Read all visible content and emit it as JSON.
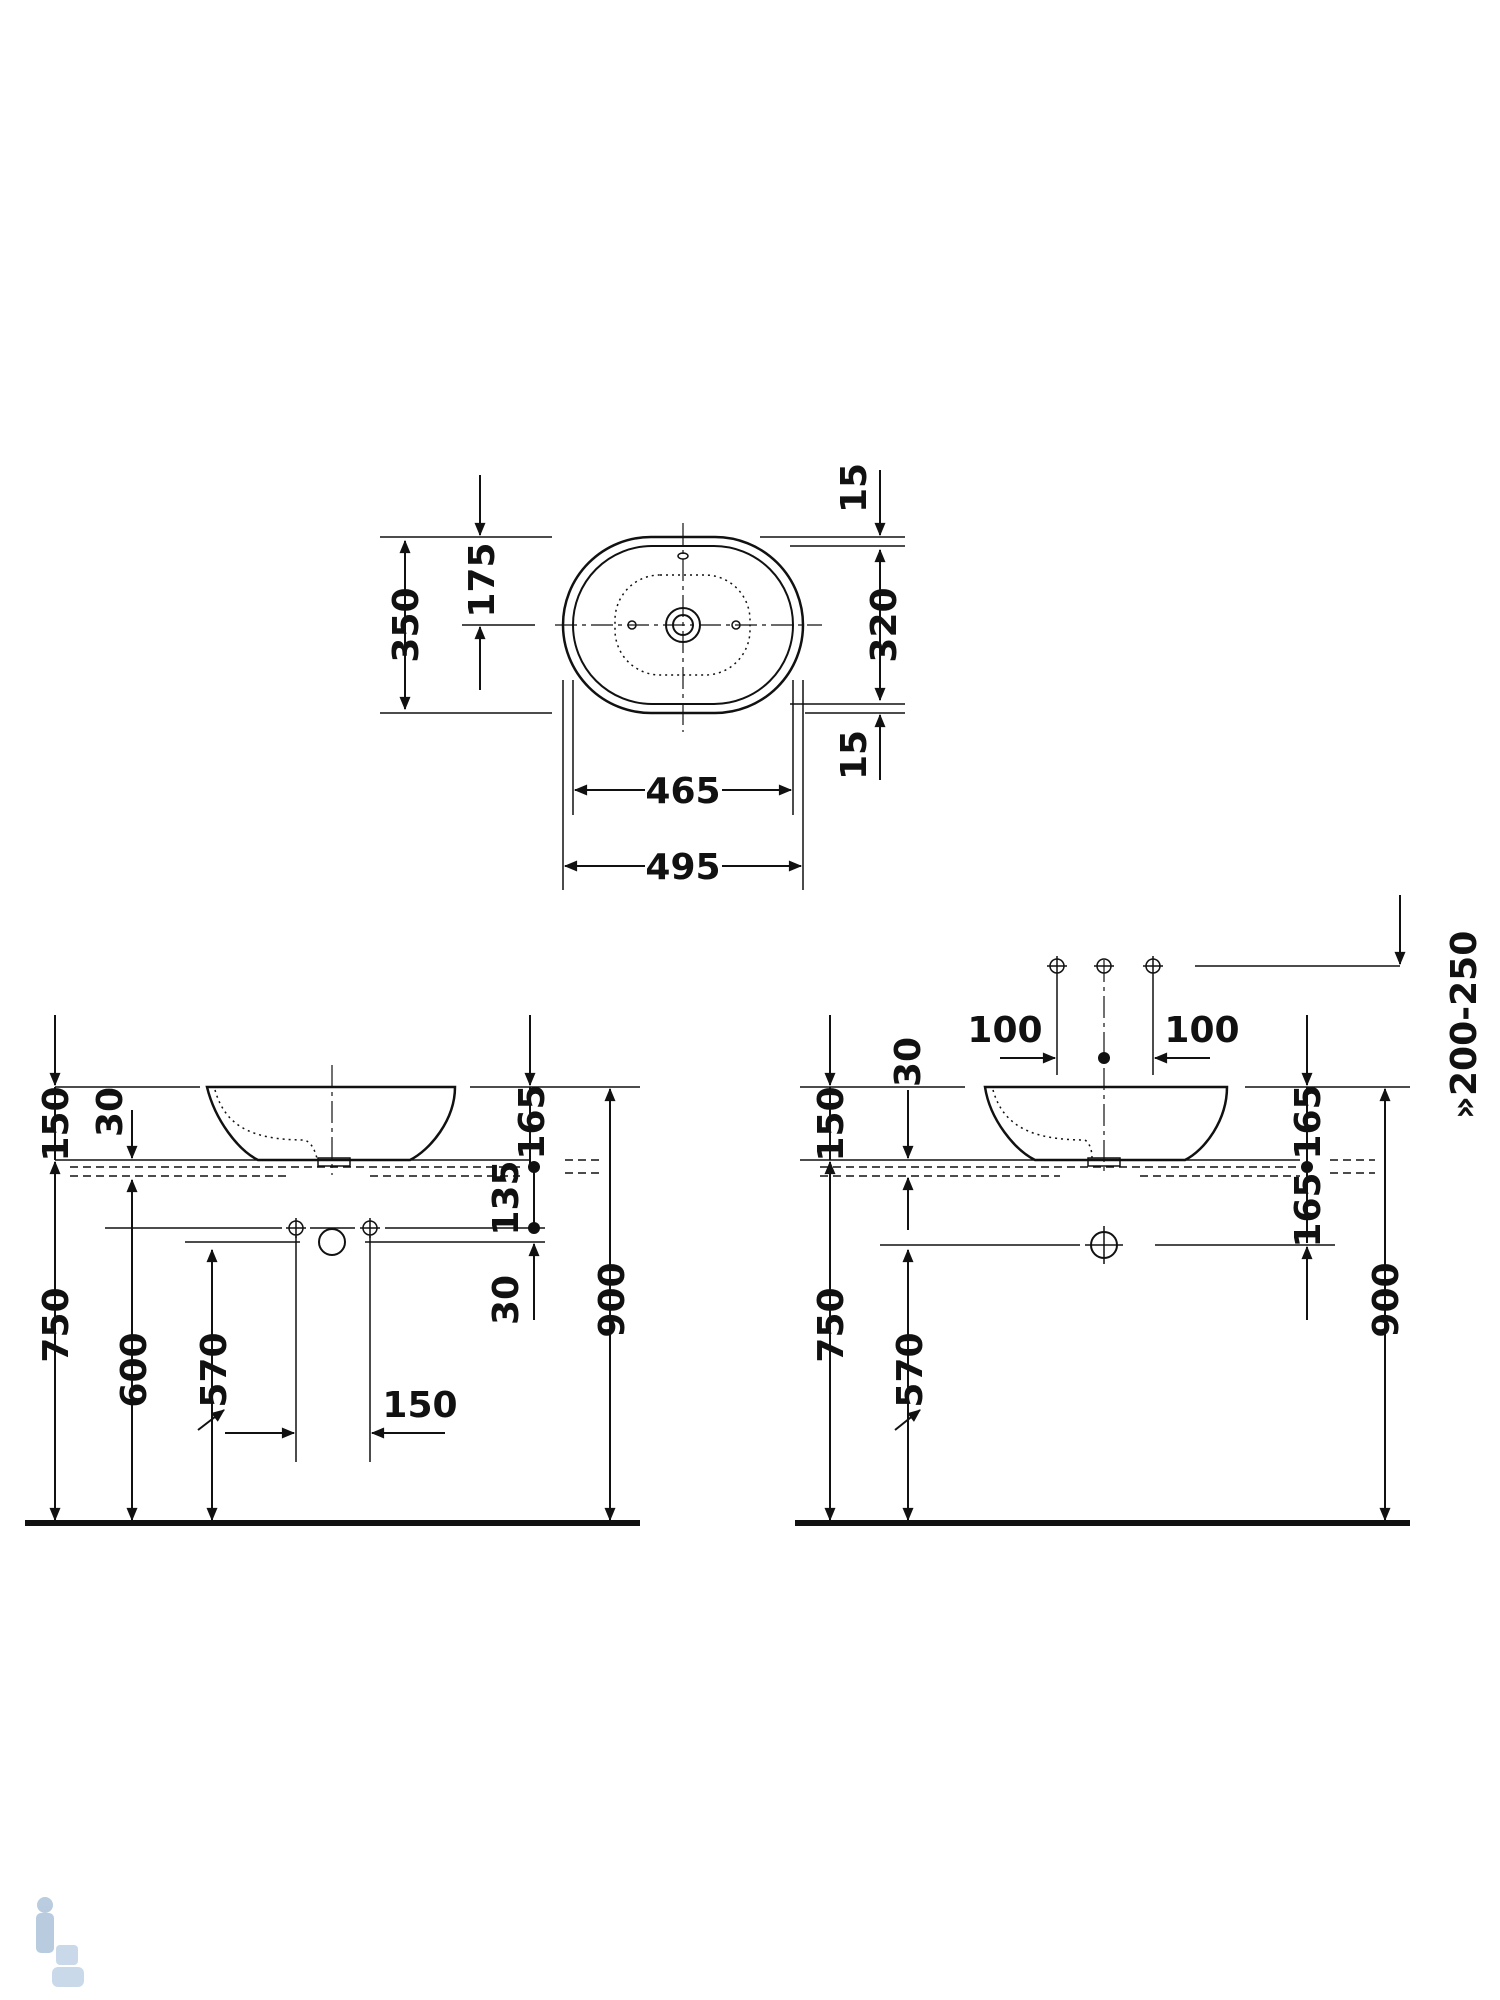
{
  "top_view": {
    "width_outer": "495",
    "width_inner": "465",
    "depth_outer": "350",
    "depth_half": "175",
    "depth_inner": "320",
    "rim_top": "15",
    "rim_bottom": "15"
  },
  "side_left": {
    "bowl_height": "150",
    "rim_30": "30",
    "drain_165": "165",
    "d_135": "135",
    "d_30_lower": "30",
    "h_750": "750",
    "h_600": "600",
    "h_570": "570",
    "h_900": "900",
    "spacing_150": "150"
  },
  "side_right": {
    "bowl_height": "150",
    "rim_30": "30",
    "tap_100_left": "100",
    "tap_100_right": "100",
    "drain_165_top": "165",
    "drain_165_bottom": "165",
    "h_750": "750",
    "h_570": "570",
    "h_900": "900",
    "tap_height_range": "»200-250"
  }
}
